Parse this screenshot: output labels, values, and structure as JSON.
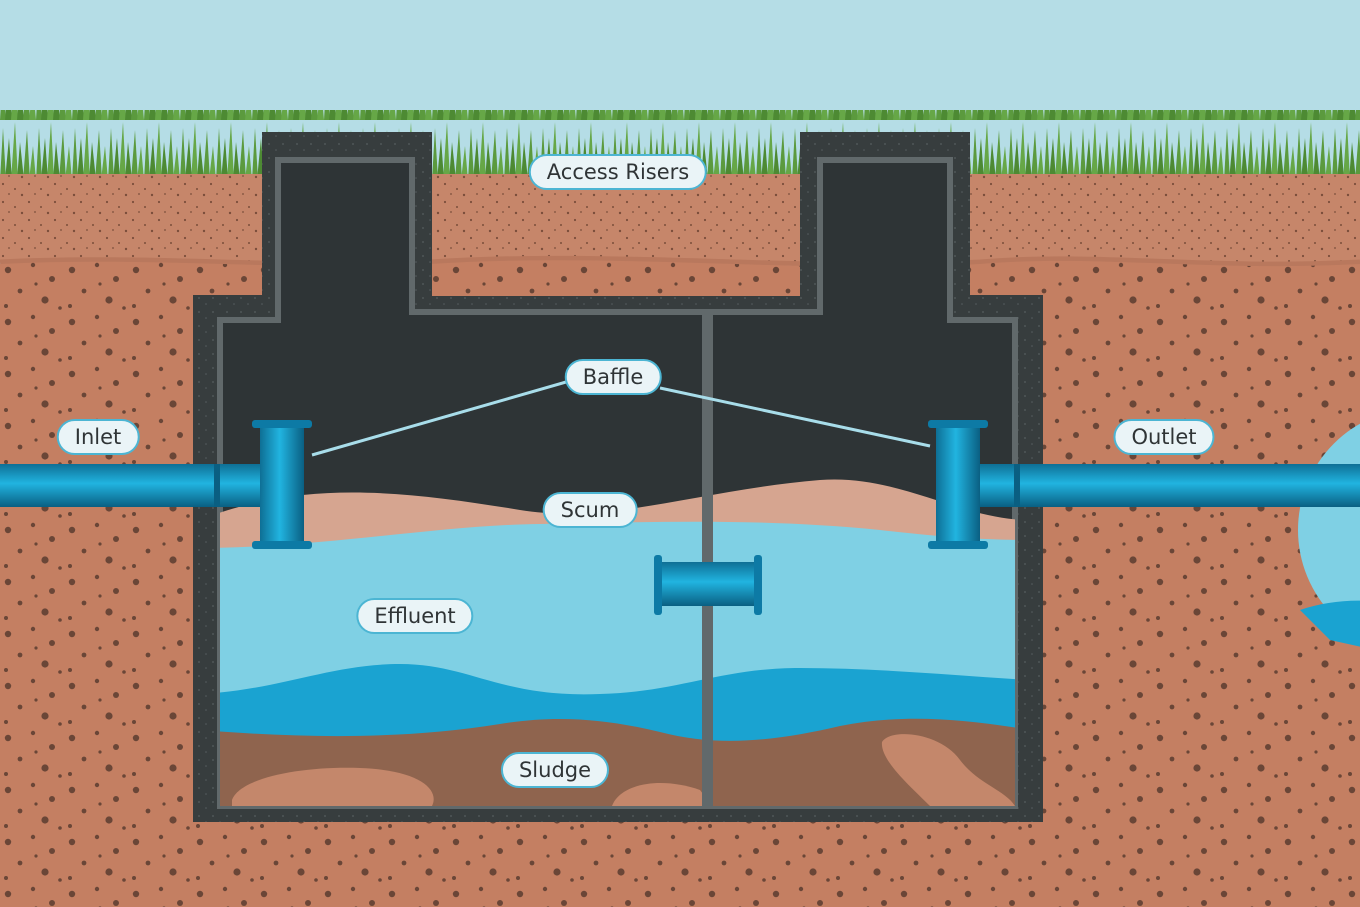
{
  "labels": {
    "access_risers": "Access Risers",
    "baffle": "Baffle",
    "inlet": "Inlet",
    "outlet": "Outlet",
    "scum": "Scum",
    "effluent": "Effluent",
    "sludge": "Sludge"
  },
  "colors": {
    "sky": "#b5dde6",
    "grass": "#5b9a3e",
    "topsoil": "#c6866a",
    "soil": "#c47f62",
    "tank_wall": "#373d3e",
    "tank_air": "#2e3436",
    "scum": "#d6a590",
    "effluent": "#7fd0e4",
    "deep_effluent": "#1aa3d1",
    "sludge": "#8f644e",
    "pipe": "#1497c5",
    "label_border": "#4cb5d3"
  }
}
